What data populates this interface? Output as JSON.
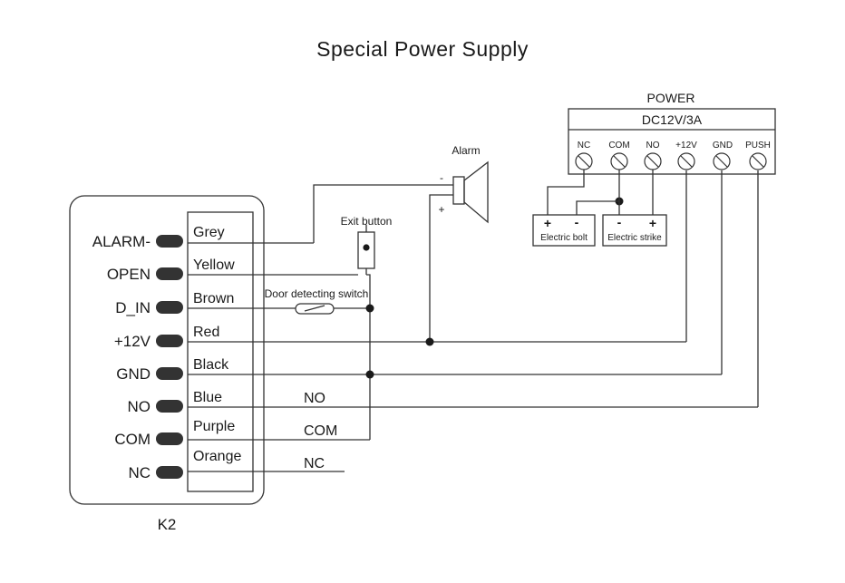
{
  "title": "Special Power Supply",
  "controller": {
    "name": "K2",
    "terminals": [
      "ALARM-",
      "OPEN",
      "D_IN",
      "+12V",
      "GND",
      "NO",
      "COM",
      "NC"
    ],
    "wires": [
      "Grey",
      "Yellow",
      "Brown",
      "Red",
      "Black",
      "Blue",
      "Purple",
      "Orange"
    ],
    "relay_labels": [
      "NO",
      "COM",
      "NC"
    ]
  },
  "power_supply": {
    "title": "POWER",
    "rating": "DC12V/3A",
    "terminals": [
      "NC",
      "COM",
      "NO",
      "+12V",
      "GND",
      "PUSH"
    ]
  },
  "alarm": {
    "label": "Alarm",
    "minus": "-",
    "plus": "+"
  },
  "exit_button": {
    "label": "Exit button"
  },
  "door_switch": {
    "label": "Door detecting switch"
  },
  "electric_bolt": {
    "label": "Electric bolt",
    "plus": "+",
    "minus": "-"
  },
  "electric_strike": {
    "label": "Electric strike",
    "minus": "-",
    "plus": "+"
  }
}
